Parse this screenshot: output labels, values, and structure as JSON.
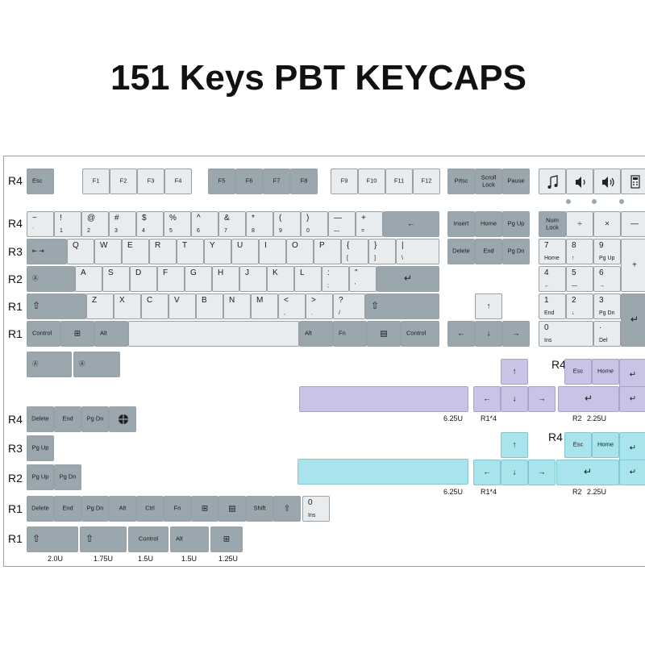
{
  "title": "151 Keys PBT KEYCAPS",
  "row_labels": [
    "R4",
    "R4",
    "R3",
    "R2",
    "R1",
    "R1",
    "R4",
    "R3",
    "R2",
    "R1",
    "R1",
    "R4",
    "R4"
  ],
  "sizes": [
    "6.25U",
    "R1*4",
    "R2",
    "2.25U",
    "6.25U",
    "R1*4",
    "R2",
    "2.25U",
    "2.0U",
    "1.75U",
    "1.5U",
    "1.5U",
    "1.25U"
  ],
  "colors": {
    "gray": "#9ba7ae",
    "white": "#e9ecee",
    "purple": "#c8c4e6",
    "cyan": "#a9e3ec"
  },
  "keys": {
    "esc": "Esc",
    "f": [
      "F1",
      "F2",
      "F3",
      "F4",
      "F5",
      "F6",
      "F7",
      "F8",
      "F9",
      "F10",
      "F11",
      "F12"
    ],
    "prtsc": "Prtsc",
    "scroll_lock": "Scroll Lock",
    "pause": "Pause",
    "media_icons": [
      "music-note-icon",
      "volume-down-icon",
      "volume-up-icon",
      "calculator-icon"
    ],
    "numrow_top": [
      "~",
      "!",
      "@",
      "#",
      "$",
      "%",
      "^",
      "&",
      "*",
      "(",
      ")",
      "—",
      "+"
    ],
    "numrow_bottom": [
      "`",
      "1",
      "2",
      "3",
      "4",
      "5",
      "6",
      "7",
      "8",
      "9",
      "0",
      "—",
      "="
    ],
    "qwerty": [
      "Q",
      "W",
      "E",
      "R",
      "T",
      "Y",
      "U",
      "I",
      "O",
      "P"
    ],
    "bracket_top": [
      "{",
      "}",
      "|"
    ],
    "bracket_bottom": [
      "[",
      "]",
      "\\"
    ],
    "home_row": [
      "A",
      "S",
      "D",
      "F",
      "G",
      "H",
      "J",
      "K",
      "L"
    ],
    "semi": [
      ":",
      ";"
    ],
    "quote": [
      "\"",
      "'"
    ],
    "bottom_row": [
      "Z",
      "X",
      "C",
      "V",
      "B",
      "N",
      "M"
    ],
    "comma": [
      "<",
      ","
    ],
    "period": [
      ">",
      "."
    ],
    "slash": [
      "?",
      "/"
    ],
    "control": "Control",
    "alt": "Alt",
    "fn": "Fn",
    "insert": "Insert",
    "home": "Home",
    "pgup": "Pg Up",
    "delete": "Delete",
    "end": "End",
    "pgdn": "Pg Dn",
    "numlock": "Num Lock",
    "numpad_div": "÷",
    "numpad_mul": "×",
    "numpad_minus": "—",
    "numpad_plus": "+",
    "np7": [
      "7",
      "Home"
    ],
    "np8": [
      "8",
      "↑"
    ],
    "np9": [
      "9",
      "Pg Up"
    ],
    "np4": [
      "4",
      "←"
    ],
    "np5": [
      "5",
      "—"
    ],
    "np6": [
      "6",
      "→"
    ],
    "np1": [
      "1",
      "End"
    ],
    "np2": [
      "2",
      "↓"
    ],
    "np3": [
      "3",
      "Pg Dn"
    ],
    "np0": [
      "0",
      "Ins"
    ],
    "npdot": [
      "·",
      "Del"
    ],
    "pgdn2": "Pg Dn",
    "pgup2": "Pg Up",
    "ctrl": "Ctrl",
    "shift": "Shift",
    "zero_ins": [
      "0",
      "Ins"
    ],
    "arrow_up": "↑",
    "arrow_down": "↓",
    "arrow_left": "←",
    "arrow_right": "→",
    "enter": "↵",
    "shift_icon": "⇧",
    "tab_icon": "⇤ ⇥",
    "caps_icon": "Ⓐ",
    "win_icon": "⊞",
    "menu_icon": "▤"
  }
}
